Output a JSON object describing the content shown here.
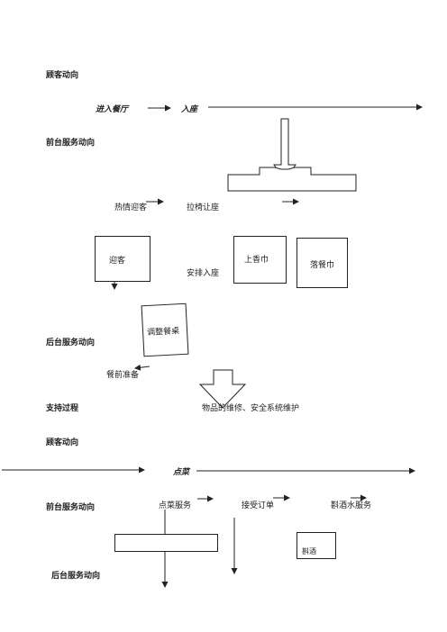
{
  "sections": {
    "guest_flow_1": "顾客动向",
    "front_service_1": "前台服务动向",
    "back_service_1": "后台服务动向",
    "support_process": "支持过程",
    "guest_flow_2": "顾客动向",
    "front_service_2": "前台服务动向",
    "back_service_2": "后台服务动向"
  },
  "guest_steps": {
    "enter": "进入餐厅",
    "seat": "入座",
    "order": "点菜"
  },
  "front_steps": {
    "welcome": "热情迎客",
    "pull_chair": "拉椅让座",
    "arrange_seat": "安排入座",
    "order_service": "点菜服务",
    "accept_order": "接受订单",
    "drink_service": "斟酒水服务"
  },
  "boxes": {
    "greet": "迎客",
    "towel": "上香巾",
    "remove_cover": "落餐巾",
    "adjust_table": "调整餐桌",
    "wine": "斟酒"
  },
  "back_steps": {
    "prep": "餐前准备"
  },
  "support": {
    "maintenance": "物品的维修、安全系统维护"
  }
}
